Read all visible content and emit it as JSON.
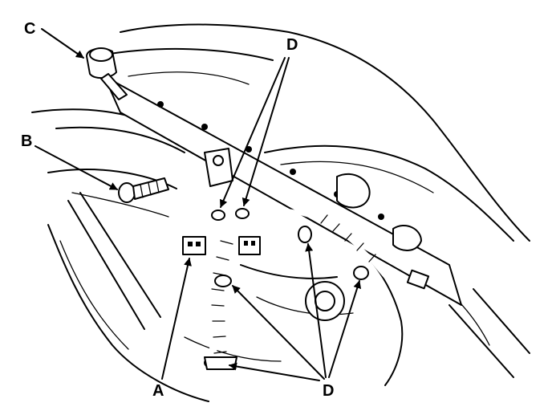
{
  "diagram": {
    "callouts": [
      {
        "id": "callout-a",
        "label": "A"
      },
      {
        "id": "callout-b",
        "label": "B"
      },
      {
        "id": "callout-c",
        "label": "C"
      },
      {
        "id": "callout-d-top",
        "label": "D"
      },
      {
        "id": "callout-d-bottom",
        "label": "D"
      }
    ]
  },
  "colors": {
    "line": "#000000",
    "background": "#ffffff"
  }
}
